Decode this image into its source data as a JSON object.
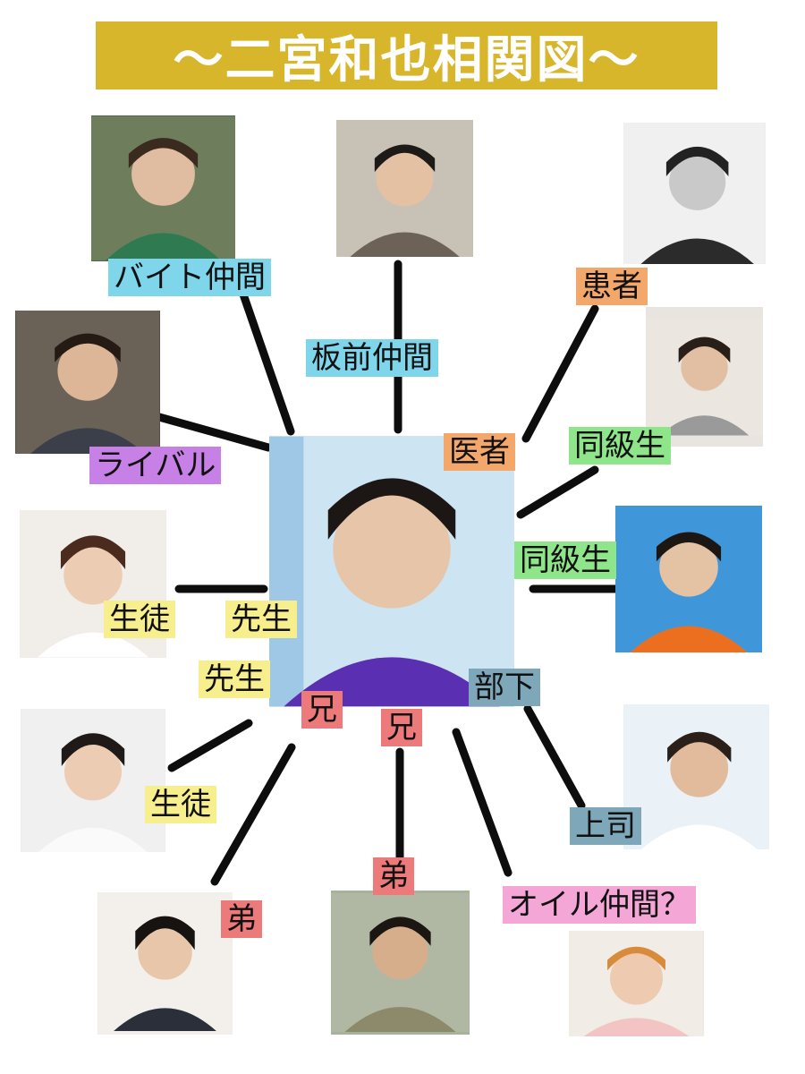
{
  "title": "〜二宮和也相関図〜",
  "colors": {
    "title_bg": "#d7b62c",
    "blue": "#7fd6ea",
    "orange": "#f3a76a",
    "green": "#8fe68a",
    "purple": "#c781e6",
    "yellow": "#f7ef8e",
    "red": "#ec7a7a",
    "steel": "#7ea7b9",
    "pink": "#f4a6d6"
  },
  "labels": {
    "baito": "バイト仲間",
    "itamae": "板前仲間",
    "kanja": "患者",
    "isha": "医者",
    "doukyuu_top": "同級生",
    "doukyuu_right": "同級生",
    "rival": "ライバル",
    "seito_top": "生徒",
    "sensei_top": "先生",
    "sensei_mid": "先生",
    "seito_bottom": "生徒",
    "ani_left": "兄",
    "ani_center": "兄",
    "buka": "部下",
    "joushi": "上司",
    "otouto_left": "弟",
    "otouto_center": "弟",
    "oil": "オイル仲間？"
  }
}
